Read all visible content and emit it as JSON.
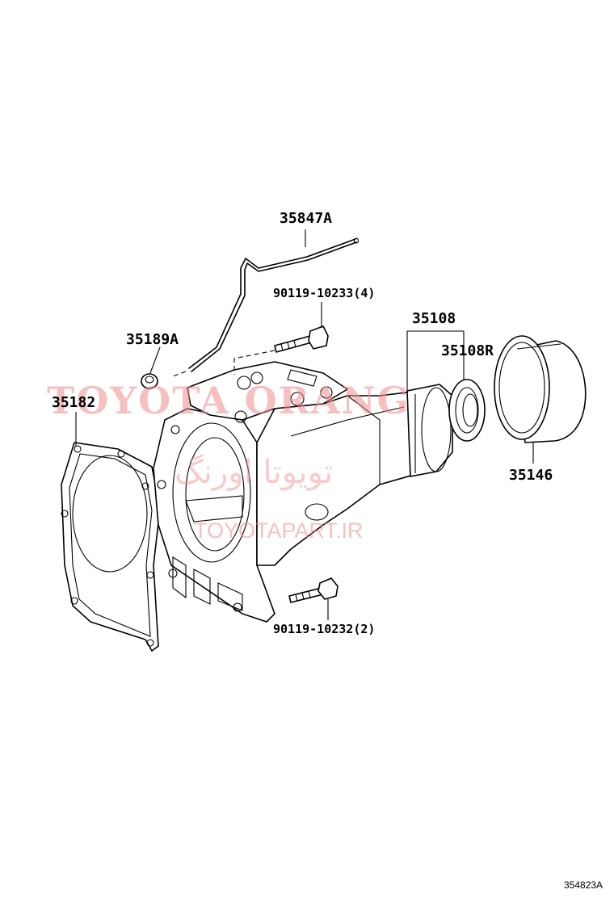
{
  "diagram": {
    "parts": {
      "breather_tube": "35847A",
      "bolt_upper": "90119-10233(4)",
      "seal_set": "35108",
      "plug": "35189A",
      "oil_seal": "35108R",
      "gasket": "35182",
      "dust_cover": "35146",
      "bolt_lower": "90119-10232(2)"
    },
    "watermark": {
      "brand": "TOYOTA ORANG",
      "persian": "تویوتا اورنگ",
      "site": "TOYOTAPART.IR"
    },
    "figure_ref": "354823A"
  }
}
